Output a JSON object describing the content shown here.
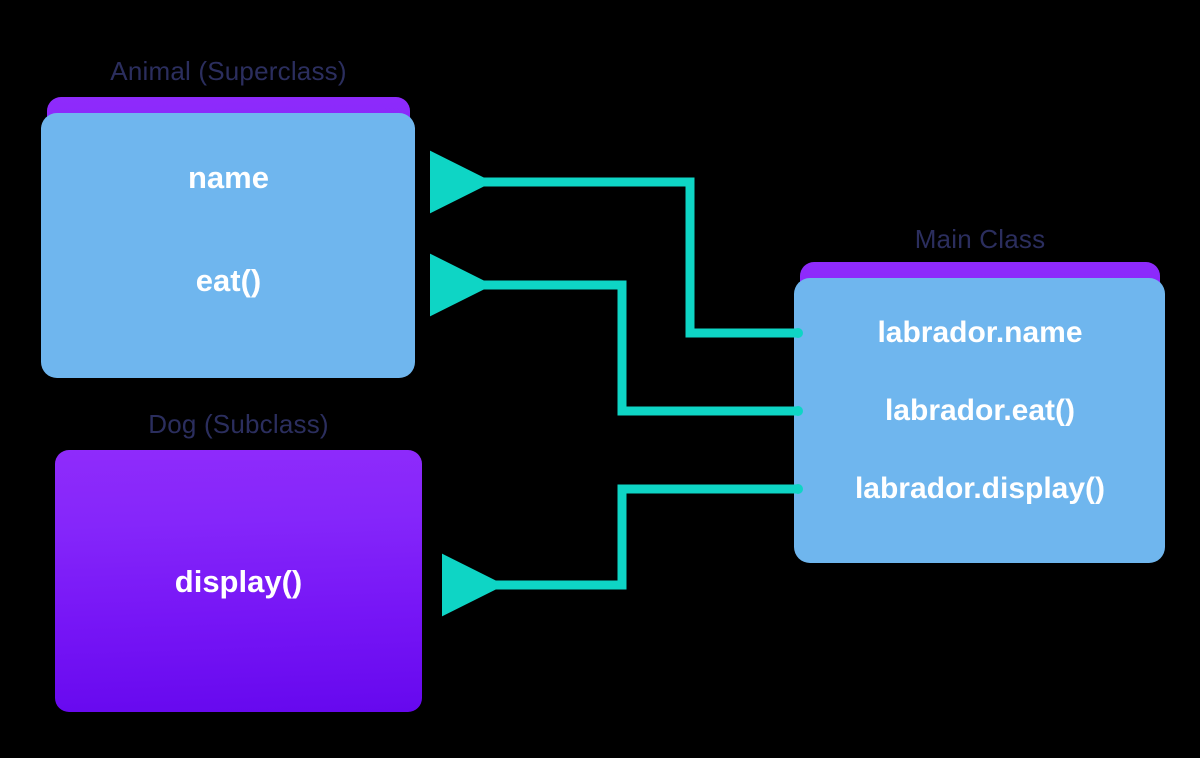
{
  "diagram": {
    "title": "Java Inheritance — Animal / Dog / Main Class",
    "background_color": "#000000",
    "accent_color": "#8a2afa",
    "arrow_color": "#0ed5c5",
    "shadow_color": "#6fb6ee",
    "heading_color": "#2b2e5e",
    "member_text_color": "#ffffff"
  },
  "boxes": {
    "animal": {
      "heading": "Animal (Superclass)",
      "members": [
        {
          "label": "name"
        },
        {
          "label": "eat()"
        }
      ]
    },
    "dog": {
      "heading": "Dog (Subclass)",
      "members": [
        {
          "label": "display()"
        }
      ]
    },
    "main": {
      "heading": "Main Class",
      "members": [
        {
          "label": "labrador.name"
        },
        {
          "label": "labrador.eat()"
        },
        {
          "label": "labrador.display()"
        }
      ]
    }
  },
  "connections": [
    {
      "name": "labrador-name-to-animal-name",
      "from": "labrador.name",
      "to": "name"
    },
    {
      "name": "labrador-eat-to-animal-eat",
      "from": "labrador.eat()",
      "to": "eat()"
    },
    {
      "name": "labrador-display-to-dog-display",
      "from": "labrador.display()",
      "to": "display()"
    }
  ]
}
